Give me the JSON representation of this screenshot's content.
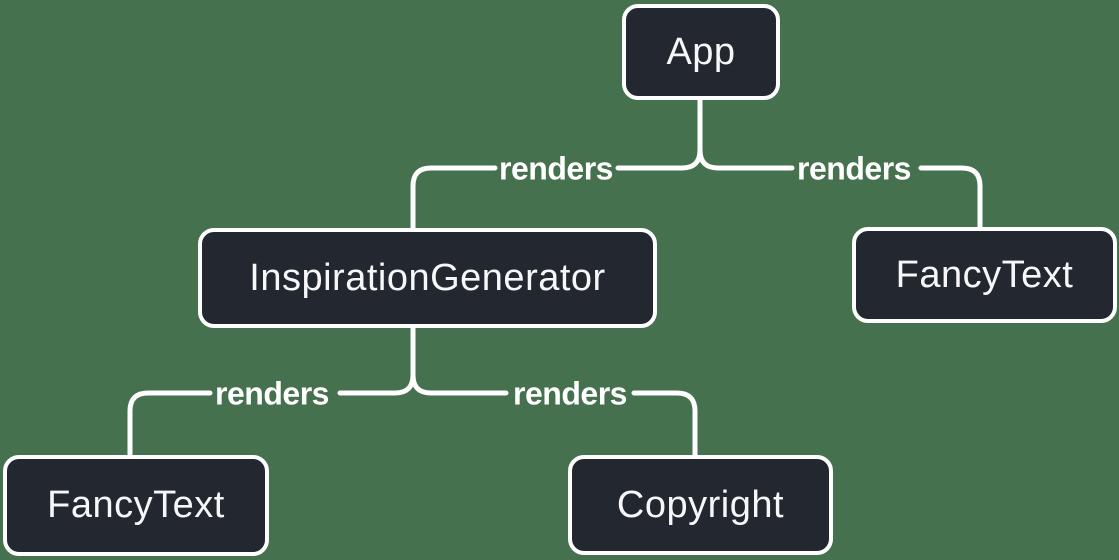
{
  "diagram": {
    "type": "component-render-tree",
    "colors": {
      "background": "#46714E",
      "node_fill": "#23272F",
      "node_border": "#FFFFFF",
      "node_text": "#F6F7F9",
      "edge_line": "#FFFFFF",
      "edge_label_text": "#FFFFFF"
    },
    "nodes": [
      {
        "id": "app",
        "label": "App"
      },
      {
        "id": "inspiration-generator",
        "label": "InspirationGenerator"
      },
      {
        "id": "fancy-text-top",
        "label": "FancyText"
      },
      {
        "id": "fancy-text-bottom",
        "label": "FancyText"
      },
      {
        "id": "copyright",
        "label": "Copyright"
      }
    ],
    "edges": [
      {
        "from": "App",
        "to": "InspirationGenerator",
        "label": "renders"
      },
      {
        "from": "App",
        "to": "FancyText",
        "label": "renders"
      },
      {
        "from": "InspirationGenerator",
        "to": "FancyText",
        "label": "renders"
      },
      {
        "from": "InspirationGenerator",
        "to": "Copyright",
        "label": "renders"
      }
    ]
  }
}
